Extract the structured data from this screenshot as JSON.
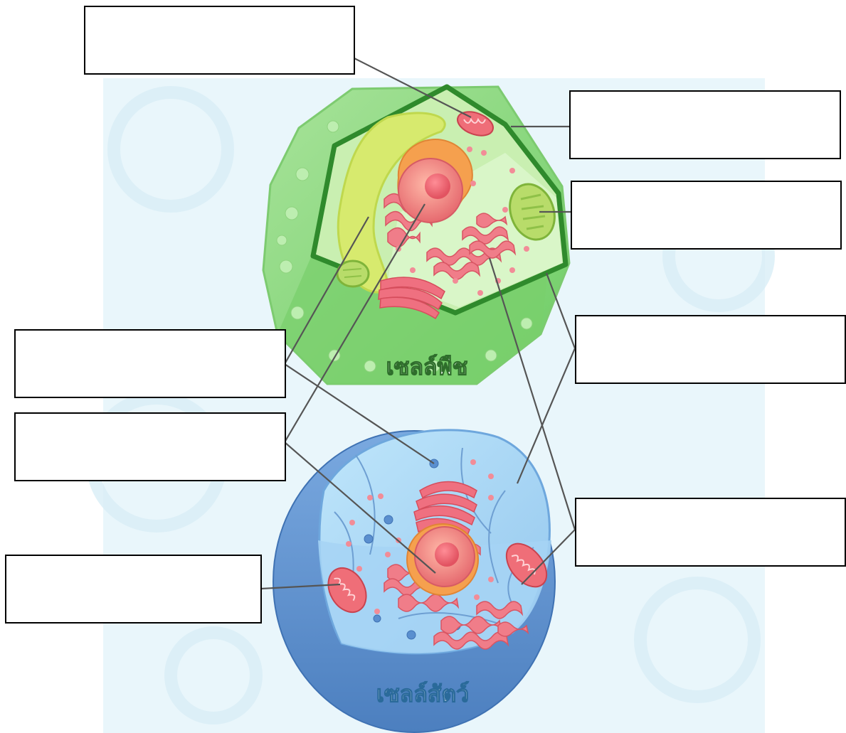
{
  "diagram": {
    "plant_cell": {
      "caption": "เซลล์พืช"
    },
    "animal_cell": {
      "caption": "เซลล์สัตว์"
    },
    "label_boxes": [
      {
        "id": "box-top-left",
        "text": ""
      },
      {
        "id": "box-right-1",
        "text": ""
      },
      {
        "id": "box-right-2",
        "text": ""
      },
      {
        "id": "box-left-1",
        "text": ""
      },
      {
        "id": "box-right-3",
        "text": ""
      },
      {
        "id": "box-left-2",
        "text": ""
      },
      {
        "id": "box-right-4",
        "text": ""
      },
      {
        "id": "box-left-3",
        "text": ""
      }
    ]
  },
  "colors": {
    "background_panel": "#e6f5fa",
    "plant_wall": "#8fd67f",
    "plant_membrane": "#3a9a35",
    "plant_cytoplasm": "#c6eca3",
    "vacuole": "#d4e96a",
    "animal_outer": "#5b8fd0",
    "animal_inner": "#a9d2f2",
    "organelle_red": "#e45766",
    "nucleus": "#f2a65a",
    "caption_fill": "#ffffff",
    "caption_stroke": "#2a6a9a"
  }
}
